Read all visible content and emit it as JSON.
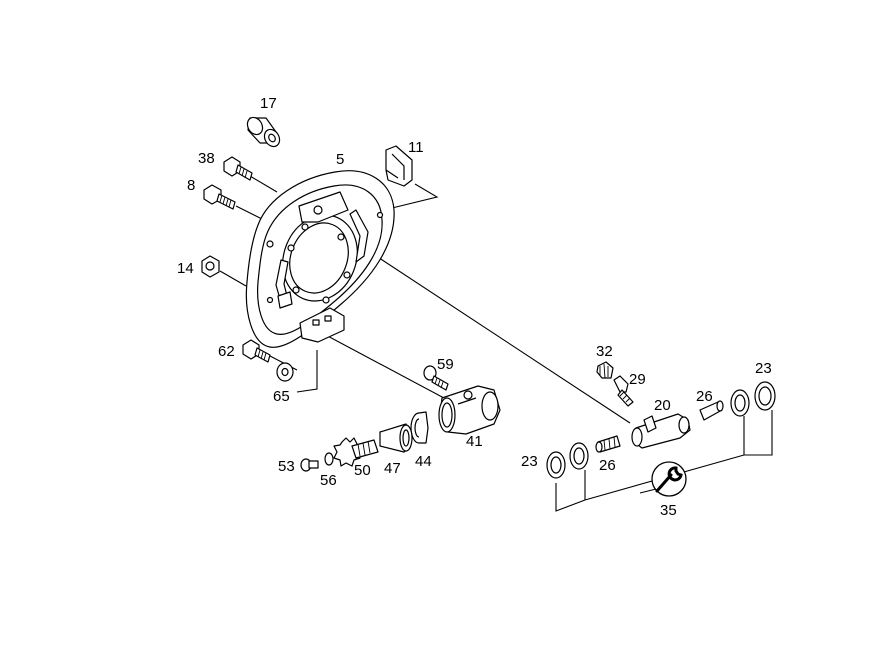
{
  "callouts": {
    "c5": "5",
    "c8": "8",
    "c11": "11",
    "c14": "14",
    "c17": "17",
    "c20": "20",
    "c23a": "23",
    "c23b": "23",
    "c26a": "26",
    "c26b": "26",
    "c29": "29",
    "c32": "32",
    "c35": "35",
    "c38": "38",
    "c41": "41",
    "c44": "44",
    "c47": "47",
    "c50": "50",
    "c53": "53",
    "c56": "56",
    "c59": "59",
    "c62": "62",
    "c65": "65"
  },
  "icons": {
    "tool_symbol": "wrench-icon"
  }
}
